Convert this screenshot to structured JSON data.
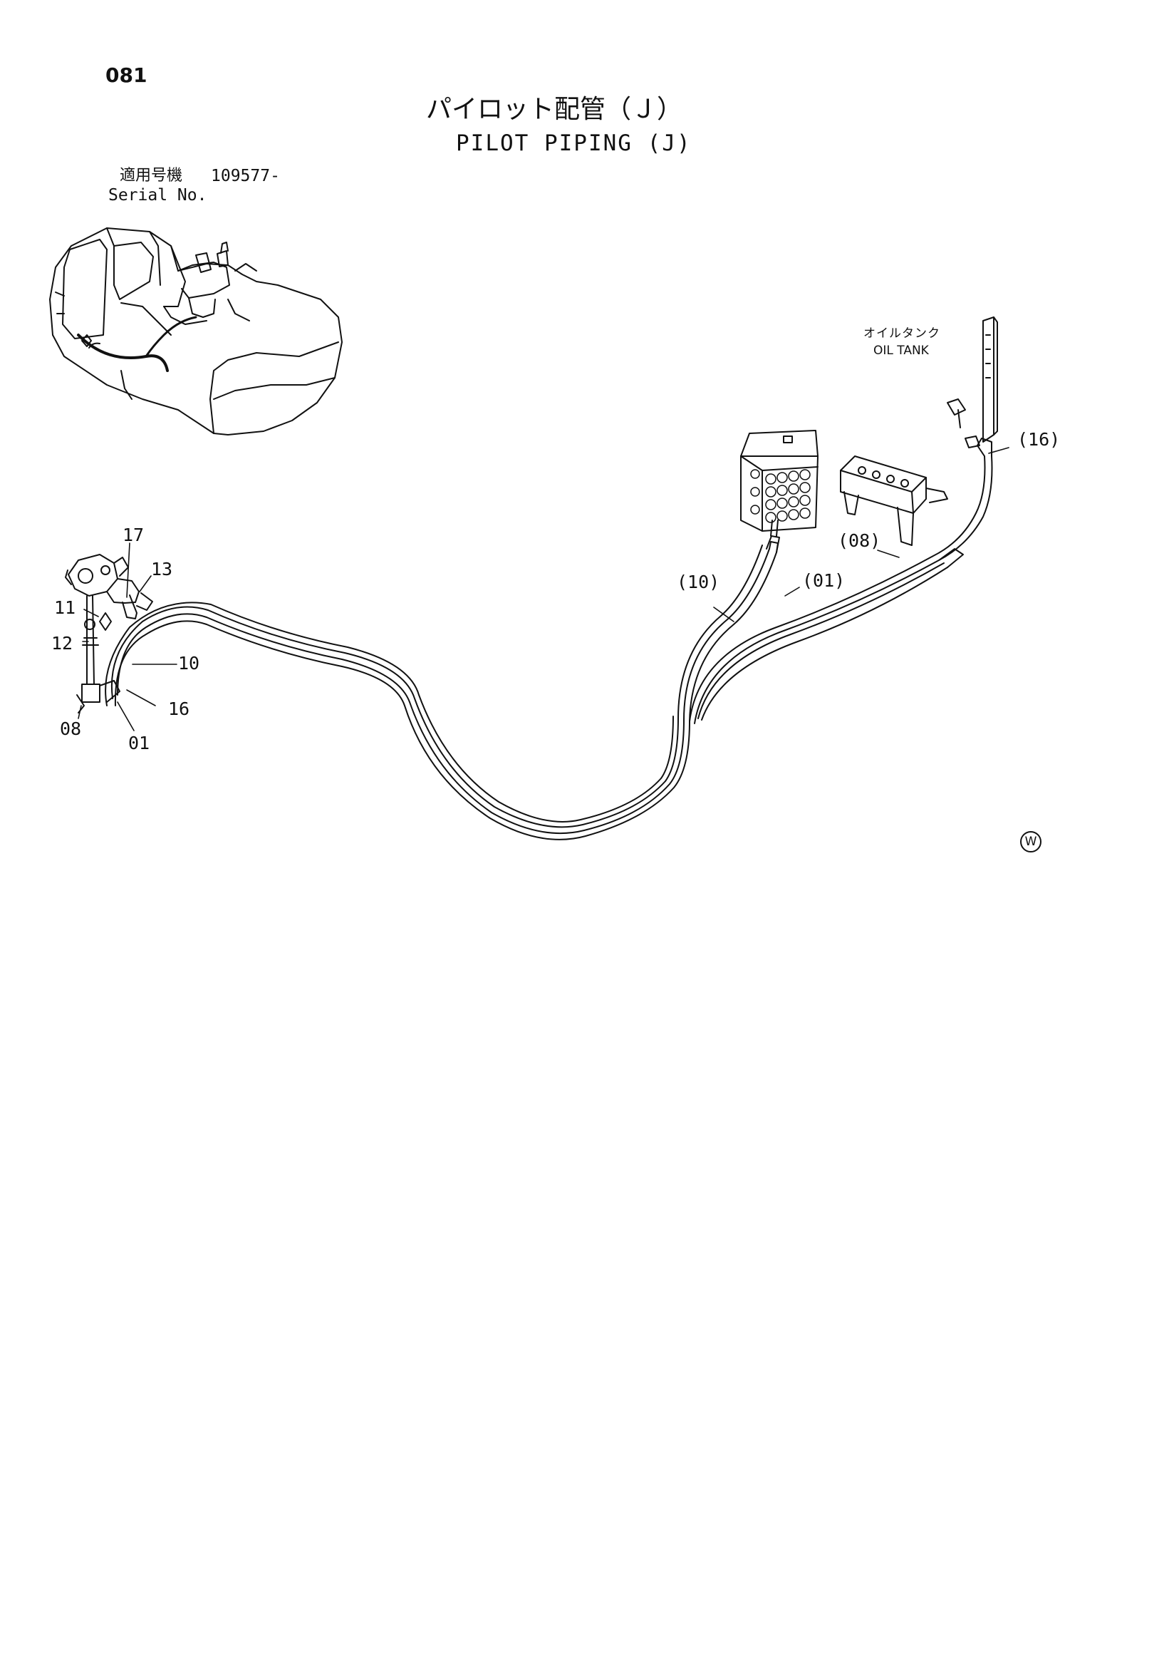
{
  "header": {
    "page_number": "081",
    "title_jp": "パイロット配管（Ｊ）",
    "title_en": "PILOT PIPING (J)"
  },
  "serial": {
    "label_jp": "適用号機",
    "label_en": "Serial No.",
    "value": "109577-"
  },
  "oil_tank": {
    "label_jp": "オイルタンク",
    "label_en": "OIL TANK"
  },
  "callouts": {
    "c17": "17",
    "c13": "13",
    "c11": "11",
    "c12": "12",
    "c10": "10",
    "c16": "16",
    "c08": "08",
    "c01": "01",
    "p10": "(10)",
    "p01": "(01)",
    "p08": "(08)",
    "p16": "(16)"
  },
  "watermark_symbol": "W",
  "colors": {
    "ink": "#111111",
    "paper": "#ffffff"
  }
}
